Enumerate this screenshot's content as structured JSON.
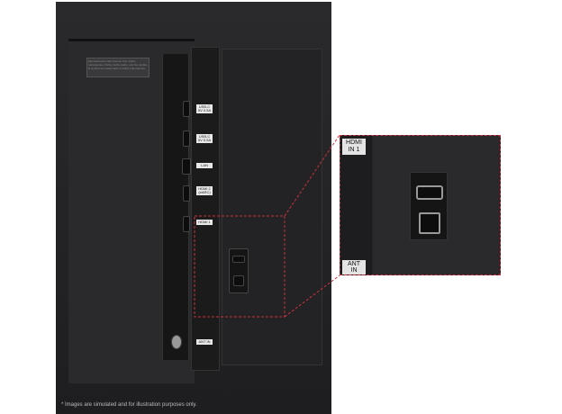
{
  "panel": {
    "sticker_text": "Manufactured under license from Dolby Laboratories. Dolby, Dolby Audio, and the double-D symbol are trademarks of Dolby Laboratories.",
    "port_labels": [
      "USB-C 5V 0.5A",
      "USB-C 5V 0.5A",
      "LAN",
      "HDMI 2 (eARC)",
      "HDMI 1",
      "ANT IN"
    ]
  },
  "inset": {
    "hdmi_label": "HDMI IN 1",
    "ant_label": "ANT IN"
  },
  "disclaimer": "* Images are simulated and for illustration purposes only.",
  "colors": {
    "highlight": "#c8323c",
    "panel": "#1e1e20"
  }
}
